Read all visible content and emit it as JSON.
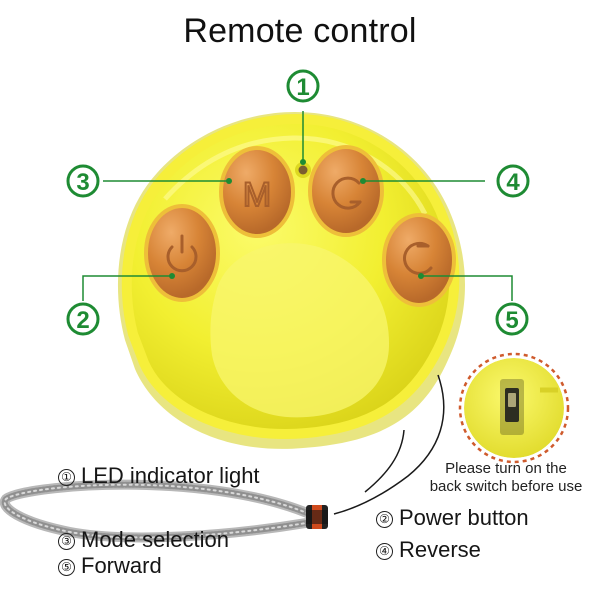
{
  "title": "Remote control",
  "callouts": [
    "1",
    "2",
    "3",
    "4",
    "5"
  ],
  "buttons": {
    "mode_label": "M"
  },
  "legend": {
    "items": [
      {
        "number": "①",
        "text": "LED indicator light"
      },
      {
        "number": "③",
        "text": "Mode selection"
      },
      {
        "number": "⑤",
        "text": "Forward"
      },
      {
        "number": "②",
        "text": "Power button"
      },
      {
        "number": "④",
        "text": "Reverse"
      }
    ]
  },
  "note": {
    "line1": "Please turn on the",
    "line2": "back switch before use"
  },
  "colors": {
    "paw": "#f3f13a",
    "pad": "#d4843a",
    "callout": "#1e8b33",
    "strap": "#9d9d9d"
  },
  "icons": [
    "power-icon",
    "mode-m-icon",
    "rotate-left-icon",
    "rotate-right-icon",
    "switch-icon"
  ]
}
